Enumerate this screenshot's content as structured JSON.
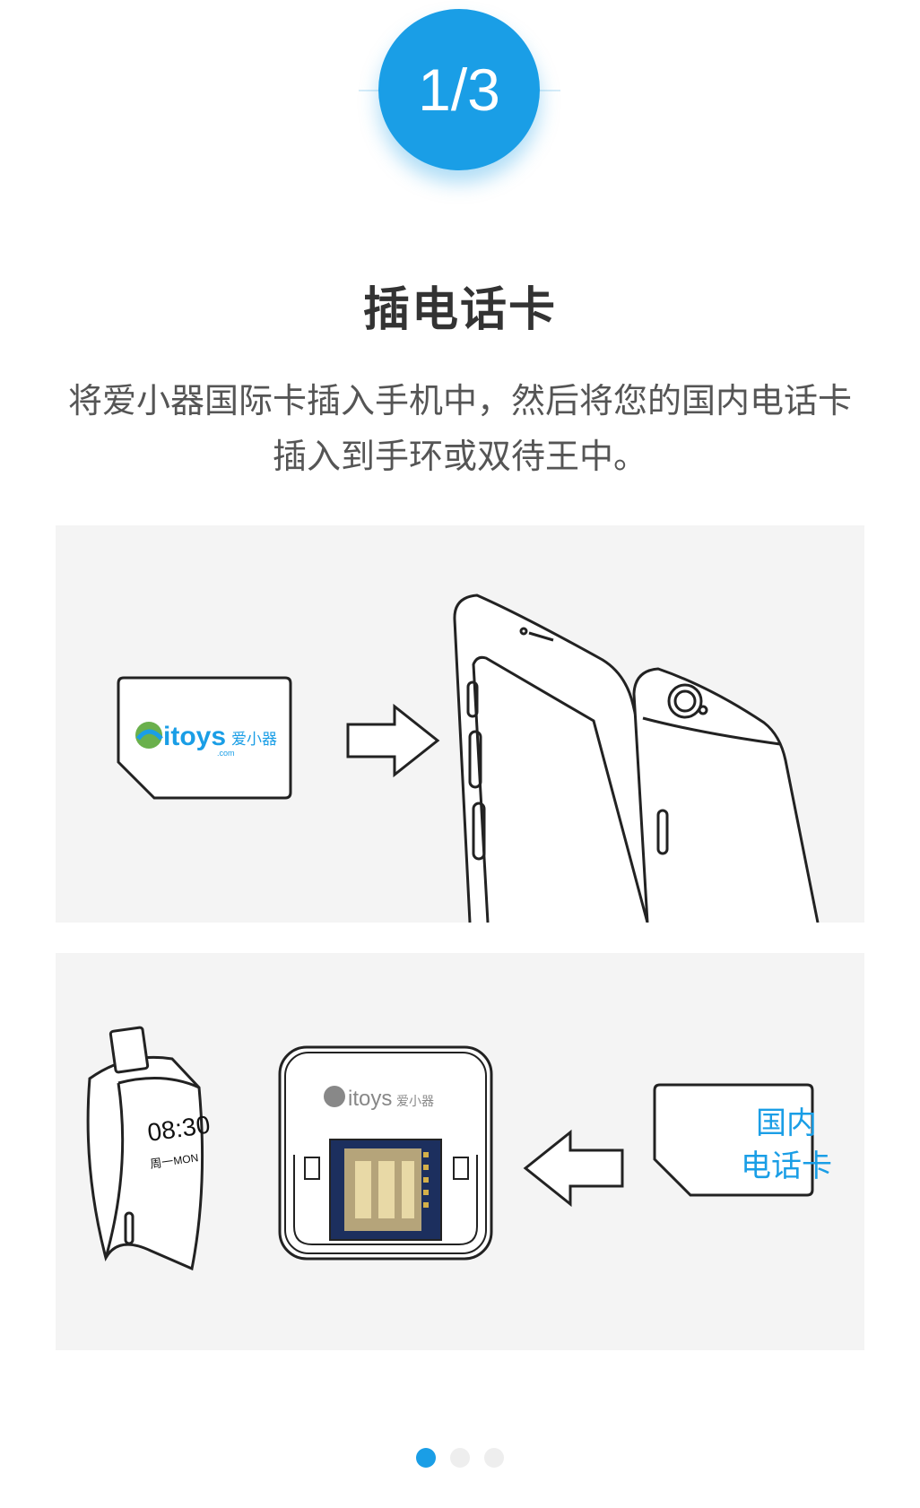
{
  "step": {
    "indicator": "1/3"
  },
  "title": "插电话卡",
  "description": "将爱小器国际卡插入手机中，然后将您的国内电话卡插入到手环或双待王中。",
  "panel1": {
    "sim_brand": "itoys",
    "sim_brand_cn": "爱小器",
    "sim_brand_sub": ".com"
  },
  "panel2": {
    "watch_time": "08:30",
    "watch_day": "周一",
    "watch_day_en": "MON",
    "device_brand": "itoys",
    "device_brand_cn": "爱小器",
    "domestic_card_line1": "国内",
    "domestic_card_line2": "电话卡"
  },
  "pagination": {
    "total": 3,
    "active": 1
  },
  "colors": {
    "accent": "#1a9ee6",
    "panel_bg": "#f4f4f4"
  }
}
